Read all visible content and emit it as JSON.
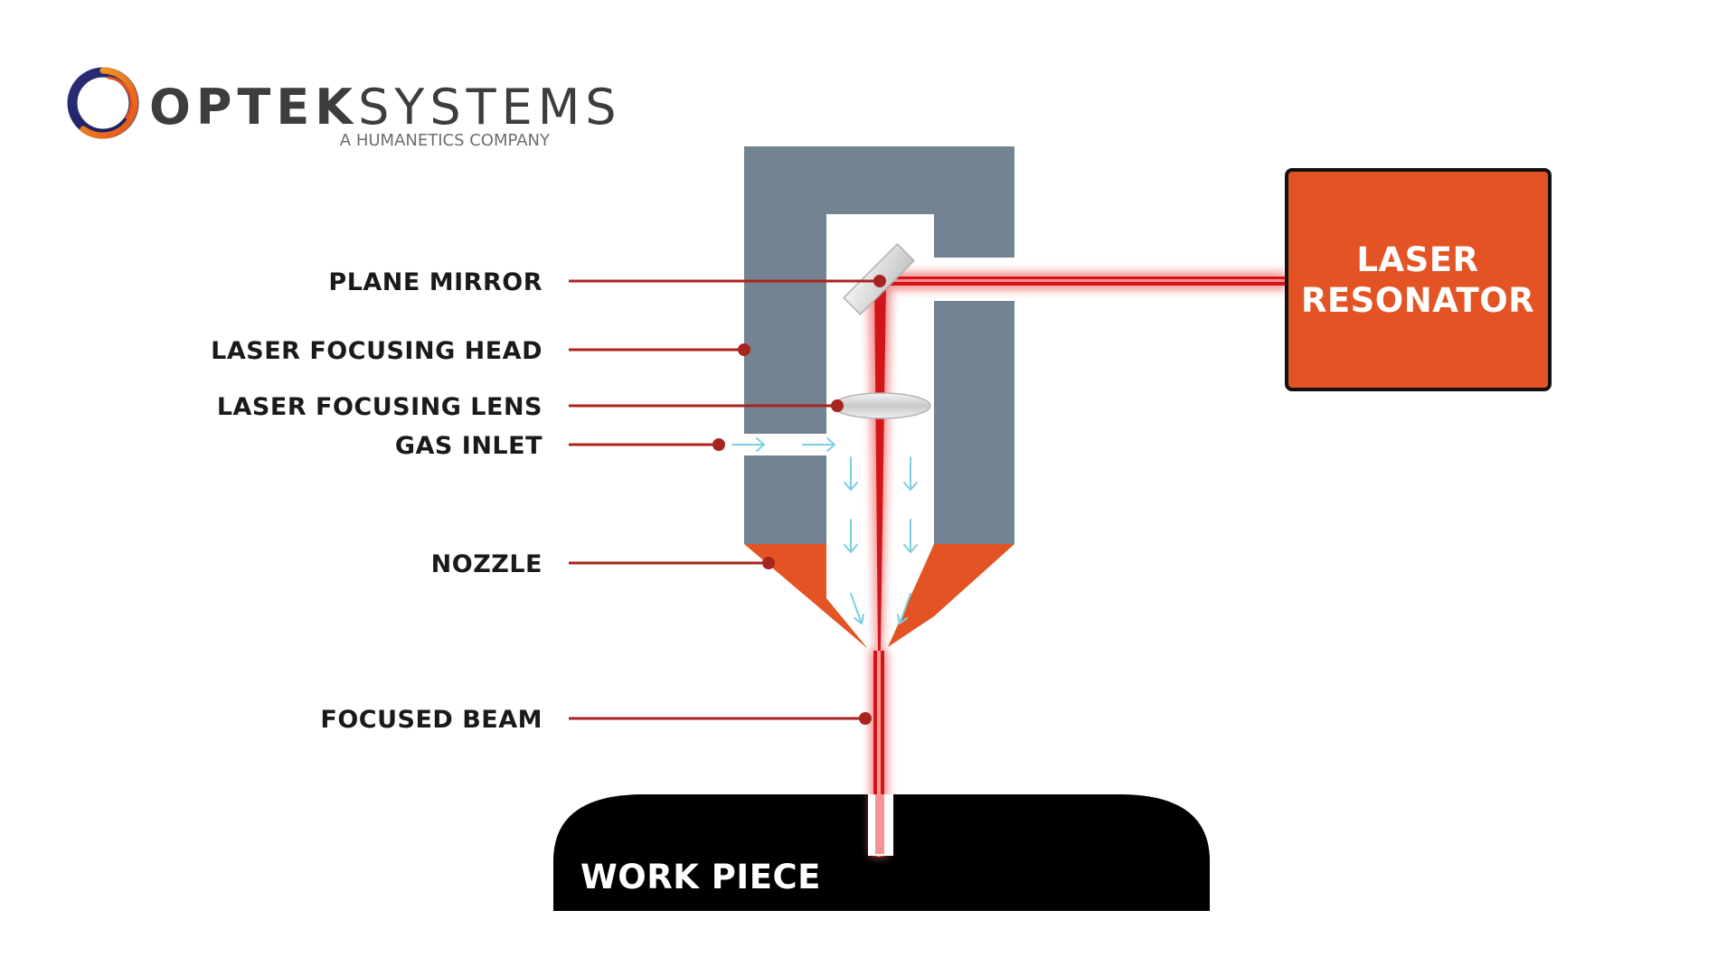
{
  "brand": {
    "name_bold": "OPTEK",
    "name_light": "SYSTEMS",
    "tagline": "A HUMANETICS COMPANY",
    "logo_icon": "optek-ring-logo-icon"
  },
  "labels": {
    "plane_mirror": "PLANE MIRROR",
    "laser_focusing_head": "LASER FOCUSING HEAD",
    "laser_focusing_lens": "LASER FOCUSING LENS",
    "gas_inlet": "GAS INLET",
    "nozzle": "NOZZLE",
    "focused_beam": "FOCUSED BEAM"
  },
  "resonator": {
    "line1": "LASER",
    "line2": "RESONATOR"
  },
  "work_piece": "WORK PIECE",
  "colors": {
    "head_gray": "#748391",
    "orange": "#e35323",
    "beam_red": "#d41518",
    "leader_red": "#a8241e",
    "gas_blue": "#7ccfe0",
    "work_black": "#000000",
    "text_dark": "#1a1a1a",
    "brand_gray": "#3d3d3d"
  }
}
